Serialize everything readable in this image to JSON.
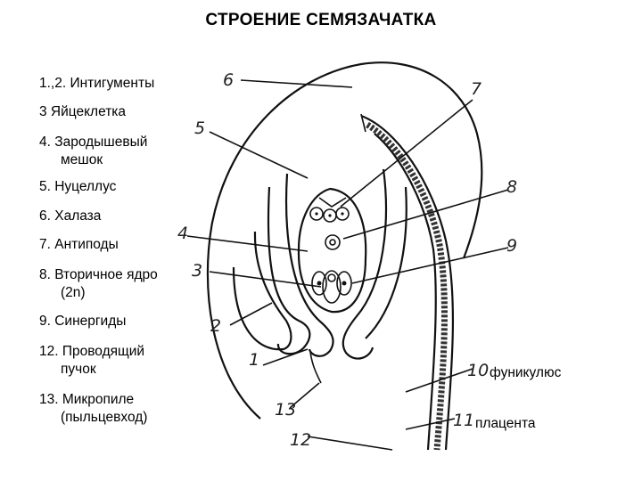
{
  "title": "СТРОЕНИЕ СЕМЯЗАЧАТКА",
  "legend": [
    {
      "text": "1.,2. Интигументы"
    },
    {
      "text": "3 Яйцеклетка"
    },
    {
      "text": "4. Зародышевый",
      "sub": "мешок"
    },
    {
      "text": "5. Нуцеллус"
    },
    {
      "text": "6. Халаза"
    },
    {
      "text": "7. Антиподы"
    },
    {
      "text": "8. Вторичное ядро",
      "sub": "(2n)"
    },
    {
      "text": "9. Синергиды"
    },
    {
      "text": "12. Проводящий",
      "sub": "пучок"
    },
    {
      "text": "13. Микропиле",
      "sub": "(пыльцевход)"
    }
  ],
  "diagram_numbers": [
    "1",
    "2",
    "3",
    "4",
    "5",
    "6",
    "7",
    "8",
    "9",
    "10",
    "11",
    "12",
    "13"
  ],
  "side_labels": {
    "funiculus": "фуникулюс",
    "placenta": "плацента"
  }
}
